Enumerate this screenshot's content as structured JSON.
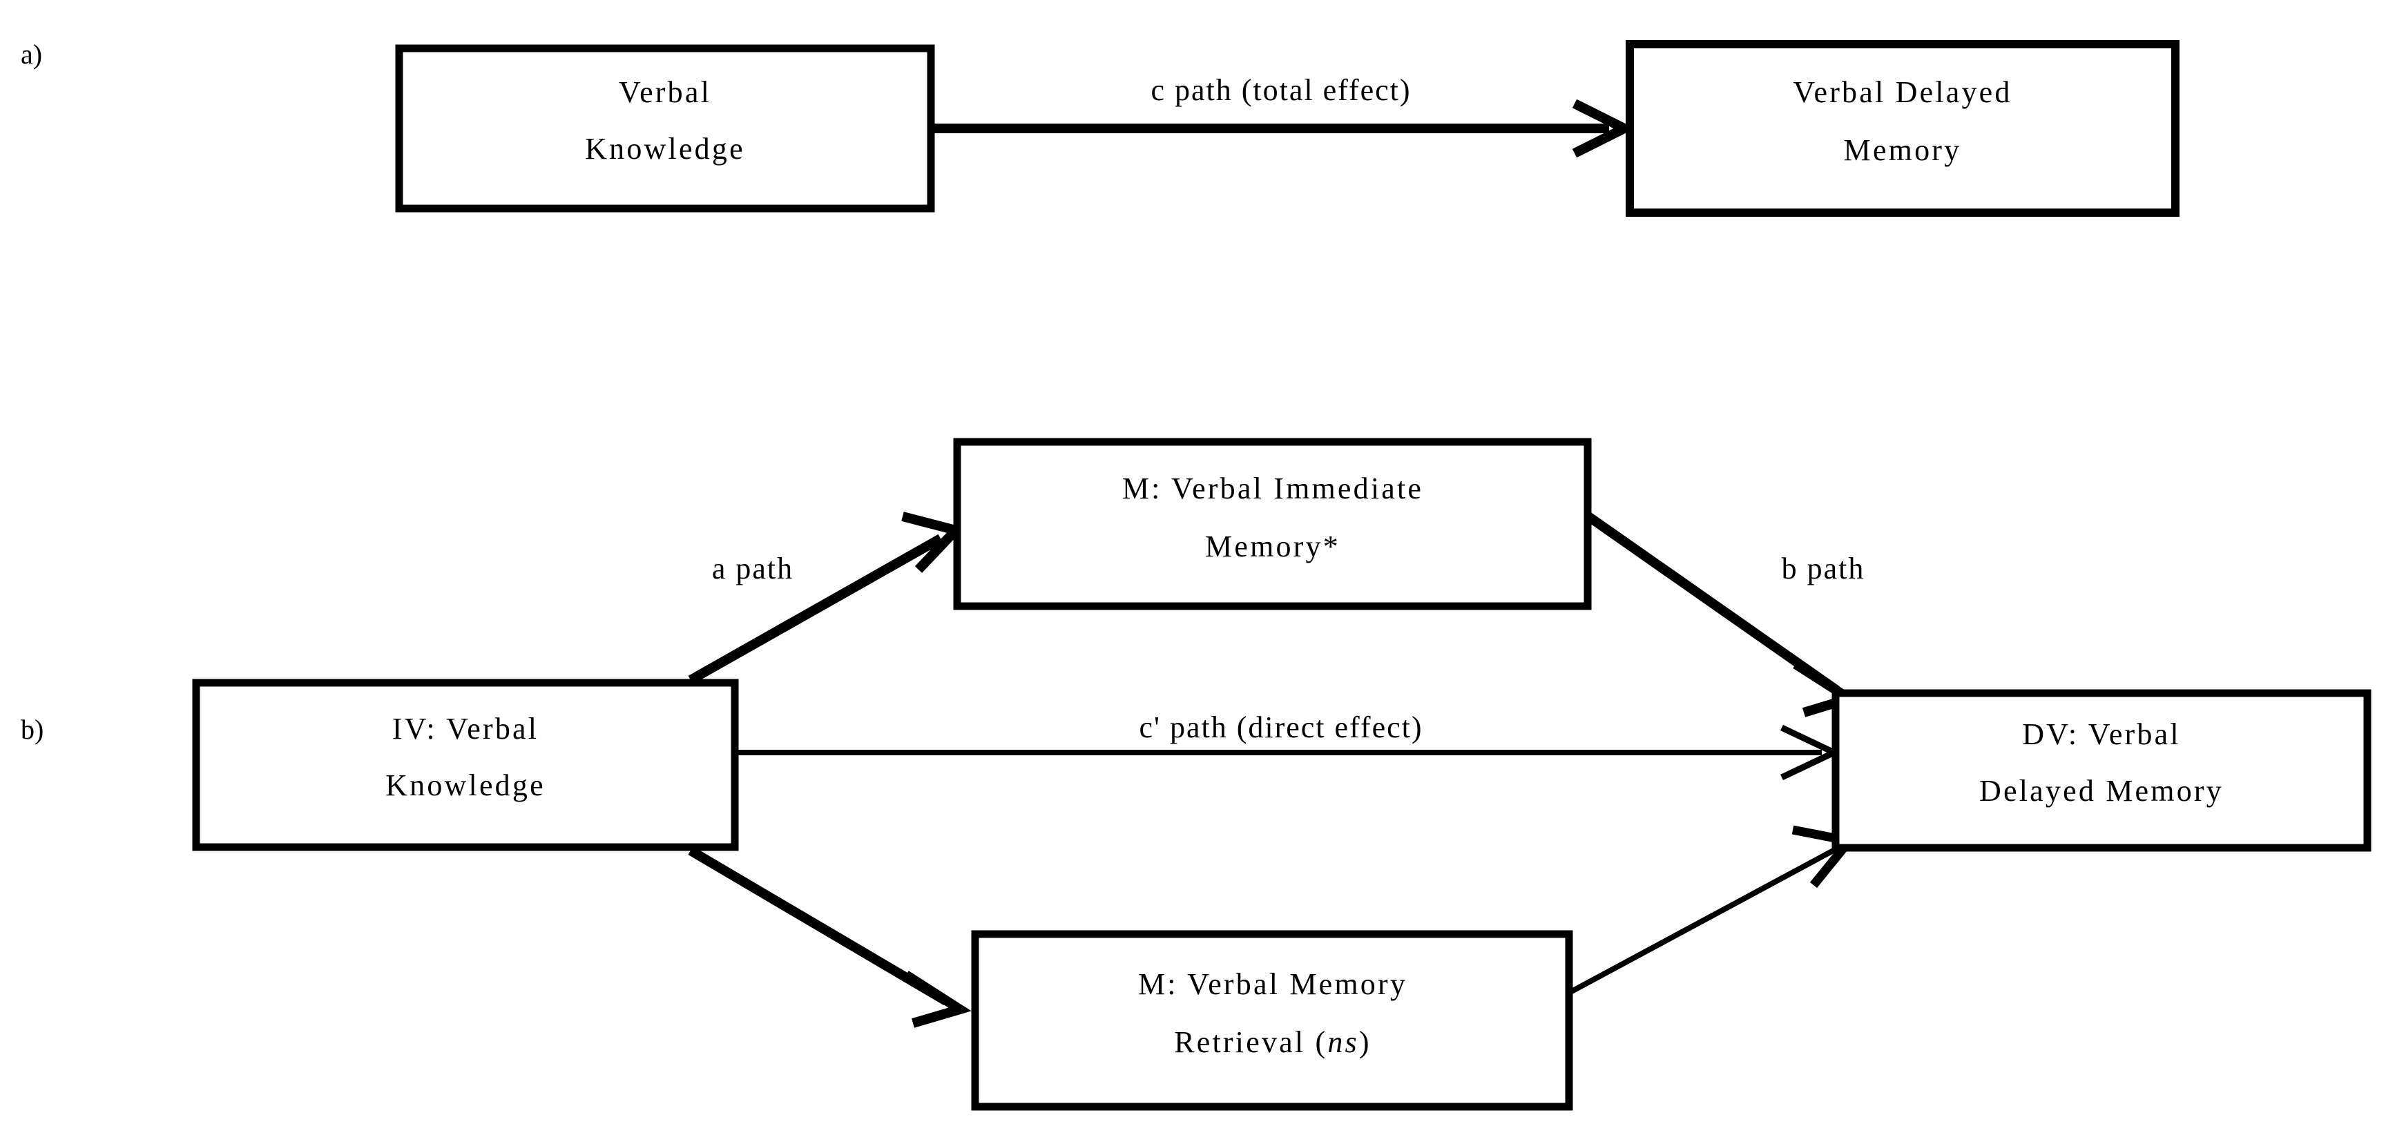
{
  "figure": {
    "type": "mediation-path-diagram",
    "background_color": "#ffffff",
    "line_color": "#000000",
    "panels": [
      {
        "label": "a)",
        "name": "panel-a-total-effect",
        "nodes": [
          {
            "id": "a-iv",
            "lines": [
              "Verbal",
              "Knowledge"
            ],
            "role": "predictor"
          },
          {
            "id": "a-dv",
            "lines": [
              "Verbal Delayed",
              "Memory"
            ],
            "role": "outcome"
          }
        ],
        "edges": [
          {
            "id": "a-c",
            "label": "c path (total effect)",
            "from": "a-iv",
            "to": "a-dv",
            "weight": "thick"
          }
        ]
      },
      {
        "label": "b)",
        "name": "panel-b-mediation",
        "nodes": [
          {
            "id": "b-iv",
            "lines": [
              "IV: Verbal",
              "Knowledge"
            ],
            "role": "predictor"
          },
          {
            "id": "b-m1",
            "lines": [
              "M: Verbal Immediate",
              "Memory*"
            ],
            "role": "mediator"
          },
          {
            "id": "b-m2",
            "lines": [
              "M: Verbal Memory",
              "Retrieval (ns)"
            ],
            "italic_tail": "ns",
            "role": "mediator"
          },
          {
            "id": "b-dv",
            "lines": [
              "DV: Verbal",
              "Delayed Memory"
            ],
            "role": "outcome"
          }
        ],
        "edges": [
          {
            "id": "b-a",
            "label": "a path",
            "from": "b-iv",
            "to": "b-m1",
            "weight": "thick"
          },
          {
            "id": "b-b",
            "label": "b path",
            "from": "b-m1",
            "to": "b-dv",
            "weight": "thick"
          },
          {
            "id": "b-cprime",
            "label": "c' path (direct effect)",
            "from": "b-iv",
            "to": "b-dv",
            "weight": "thin"
          },
          {
            "id": "b-a2",
            "label": "",
            "from": "b-iv",
            "to": "b-m2",
            "weight": "thick"
          },
          {
            "id": "b-b2",
            "label": "",
            "from": "b-m2",
            "to": "b-dv",
            "weight": "thin"
          }
        ]
      }
    ]
  },
  "panel_a": {
    "label": "a)",
    "iv_line1": "Verbal",
    "iv_line2": "Knowledge",
    "dv_line1": "Verbal Delayed",
    "dv_line2": "Memory",
    "c_path_label": "c path (total effect)"
  },
  "panel_b": {
    "label": "b)",
    "iv_line1": "IV: Verbal",
    "iv_line2": "Knowledge",
    "m1_line1": "M: Verbal Immediate",
    "m1_line2": "Memory*",
    "m2_line1": "M: Verbal Memory",
    "m2_line2_prefix": "Retrieval (",
    "m2_line2_italic": "ns",
    "m2_line2_suffix": ")",
    "dv_line1": "DV: Verbal",
    "dv_line2": "Delayed Memory",
    "a_path_label": "a path",
    "b_path_label": "b path",
    "c_prime_path_label": "c' path (direct effect)"
  }
}
